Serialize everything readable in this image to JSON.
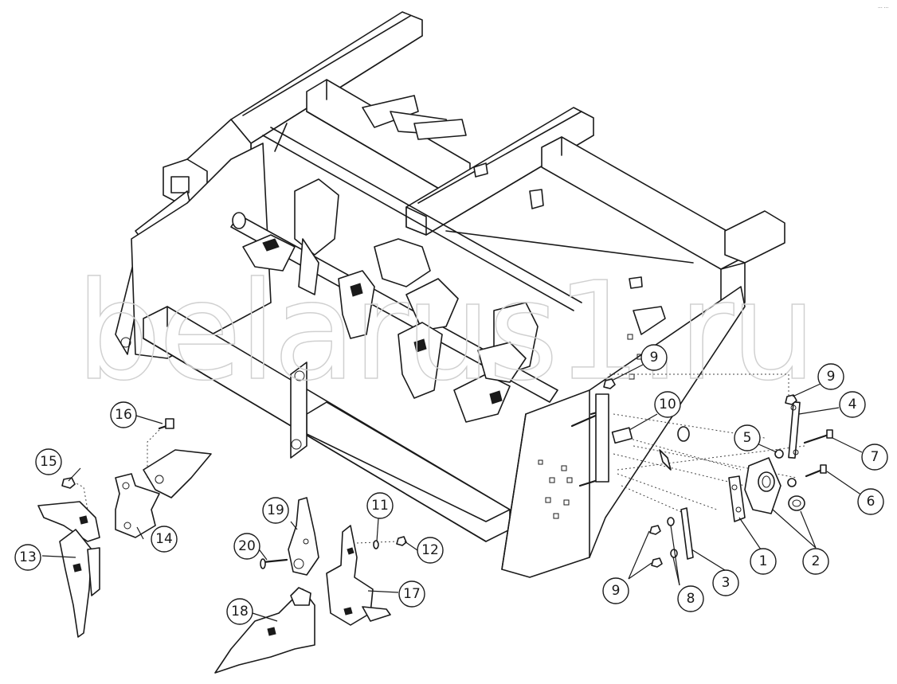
{
  "watermark": "belarus1.ru",
  "corner_mark": "··· ···",
  "callouts": [
    {
      "id": "c1",
      "label": "1"
    },
    {
      "id": "c2",
      "label": "2"
    },
    {
      "id": "c3",
      "label": "3"
    },
    {
      "id": "c4",
      "label": "4"
    },
    {
      "id": "c5",
      "label": "5"
    },
    {
      "id": "c6",
      "label": "6"
    },
    {
      "id": "c7",
      "label": "7"
    },
    {
      "id": "c8",
      "label": "8"
    },
    {
      "id": "c9a",
      "label": "9"
    },
    {
      "id": "c9b",
      "label": "9"
    },
    {
      "id": "c9c",
      "label": "9"
    },
    {
      "id": "c10",
      "label": "10"
    },
    {
      "id": "c11",
      "label": "11"
    },
    {
      "id": "c12",
      "label": "12"
    },
    {
      "id": "c13",
      "label": "13"
    },
    {
      "id": "c14",
      "label": "14"
    },
    {
      "id": "c15",
      "label": "15"
    },
    {
      "id": "c16",
      "label": "16"
    },
    {
      "id": "c17",
      "label": "17"
    },
    {
      "id": "c18",
      "label": "18"
    },
    {
      "id": "c19",
      "label": "19"
    },
    {
      "id": "c20",
      "label": "20"
    }
  ]
}
